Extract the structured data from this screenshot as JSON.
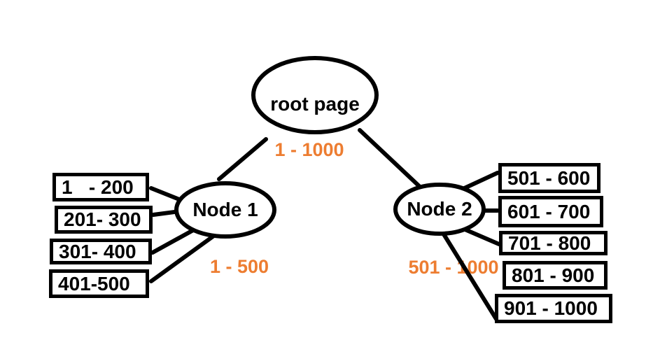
{
  "diagram": {
    "type": "b-tree-index",
    "root": {
      "label": "root page",
      "range_label": "1 - 1000"
    },
    "node1": {
      "label": "Node 1",
      "range_label": "1 - 500",
      "pages": [
        "1   - 200",
        "201- 300",
        "301- 400",
        "401-500"
      ]
    },
    "node2": {
      "label": "Node 2",
      "range_label": "501 - 1000",
      "pages": [
        "501 - 600",
        "601 - 700",
        "701 - 800",
        "801 - 900",
        "901 - 1000"
      ]
    }
  },
  "colors": {
    "accent_orange": "#ED7D31",
    "line_black": "#000000",
    "background": "#FFFFFF"
  }
}
